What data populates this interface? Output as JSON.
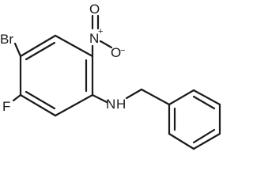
{
  "molecule": {
    "atoms": {
      "bromine": "Br",
      "fluorine": "F",
      "nitro_nitrogen": "N",
      "nitro_n_charge": "+",
      "nitro_oxygen_top": "O",
      "nitro_oxygen_right": "O",
      "nitro_o_charge": "−",
      "amine_nitrogen": "N",
      "amine_hydrogen": "H"
    },
    "colors": {
      "bond": "#1a1a1a",
      "background": "#ffffff"
    }
  }
}
